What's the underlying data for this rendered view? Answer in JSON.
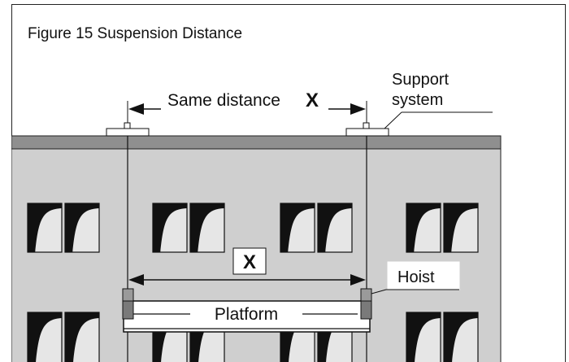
{
  "figure": {
    "caption": "Figure 15  Suspension Distance"
  },
  "labels": {
    "top_distance_text": "Same distance",
    "top_distance_symbol": "X",
    "middle_distance_symbol": "X",
    "support_line1": "Support",
    "support_line2": "system",
    "hoist": "Hoist",
    "platform": "Platform"
  },
  "colors": {
    "wall": "#cfcfcf",
    "parapet": "#8f8f8f",
    "window_pane": "#e6e6e6",
    "window_shadow": "#111111",
    "hoist": "#8c8c8c",
    "line": "#111111"
  }
}
